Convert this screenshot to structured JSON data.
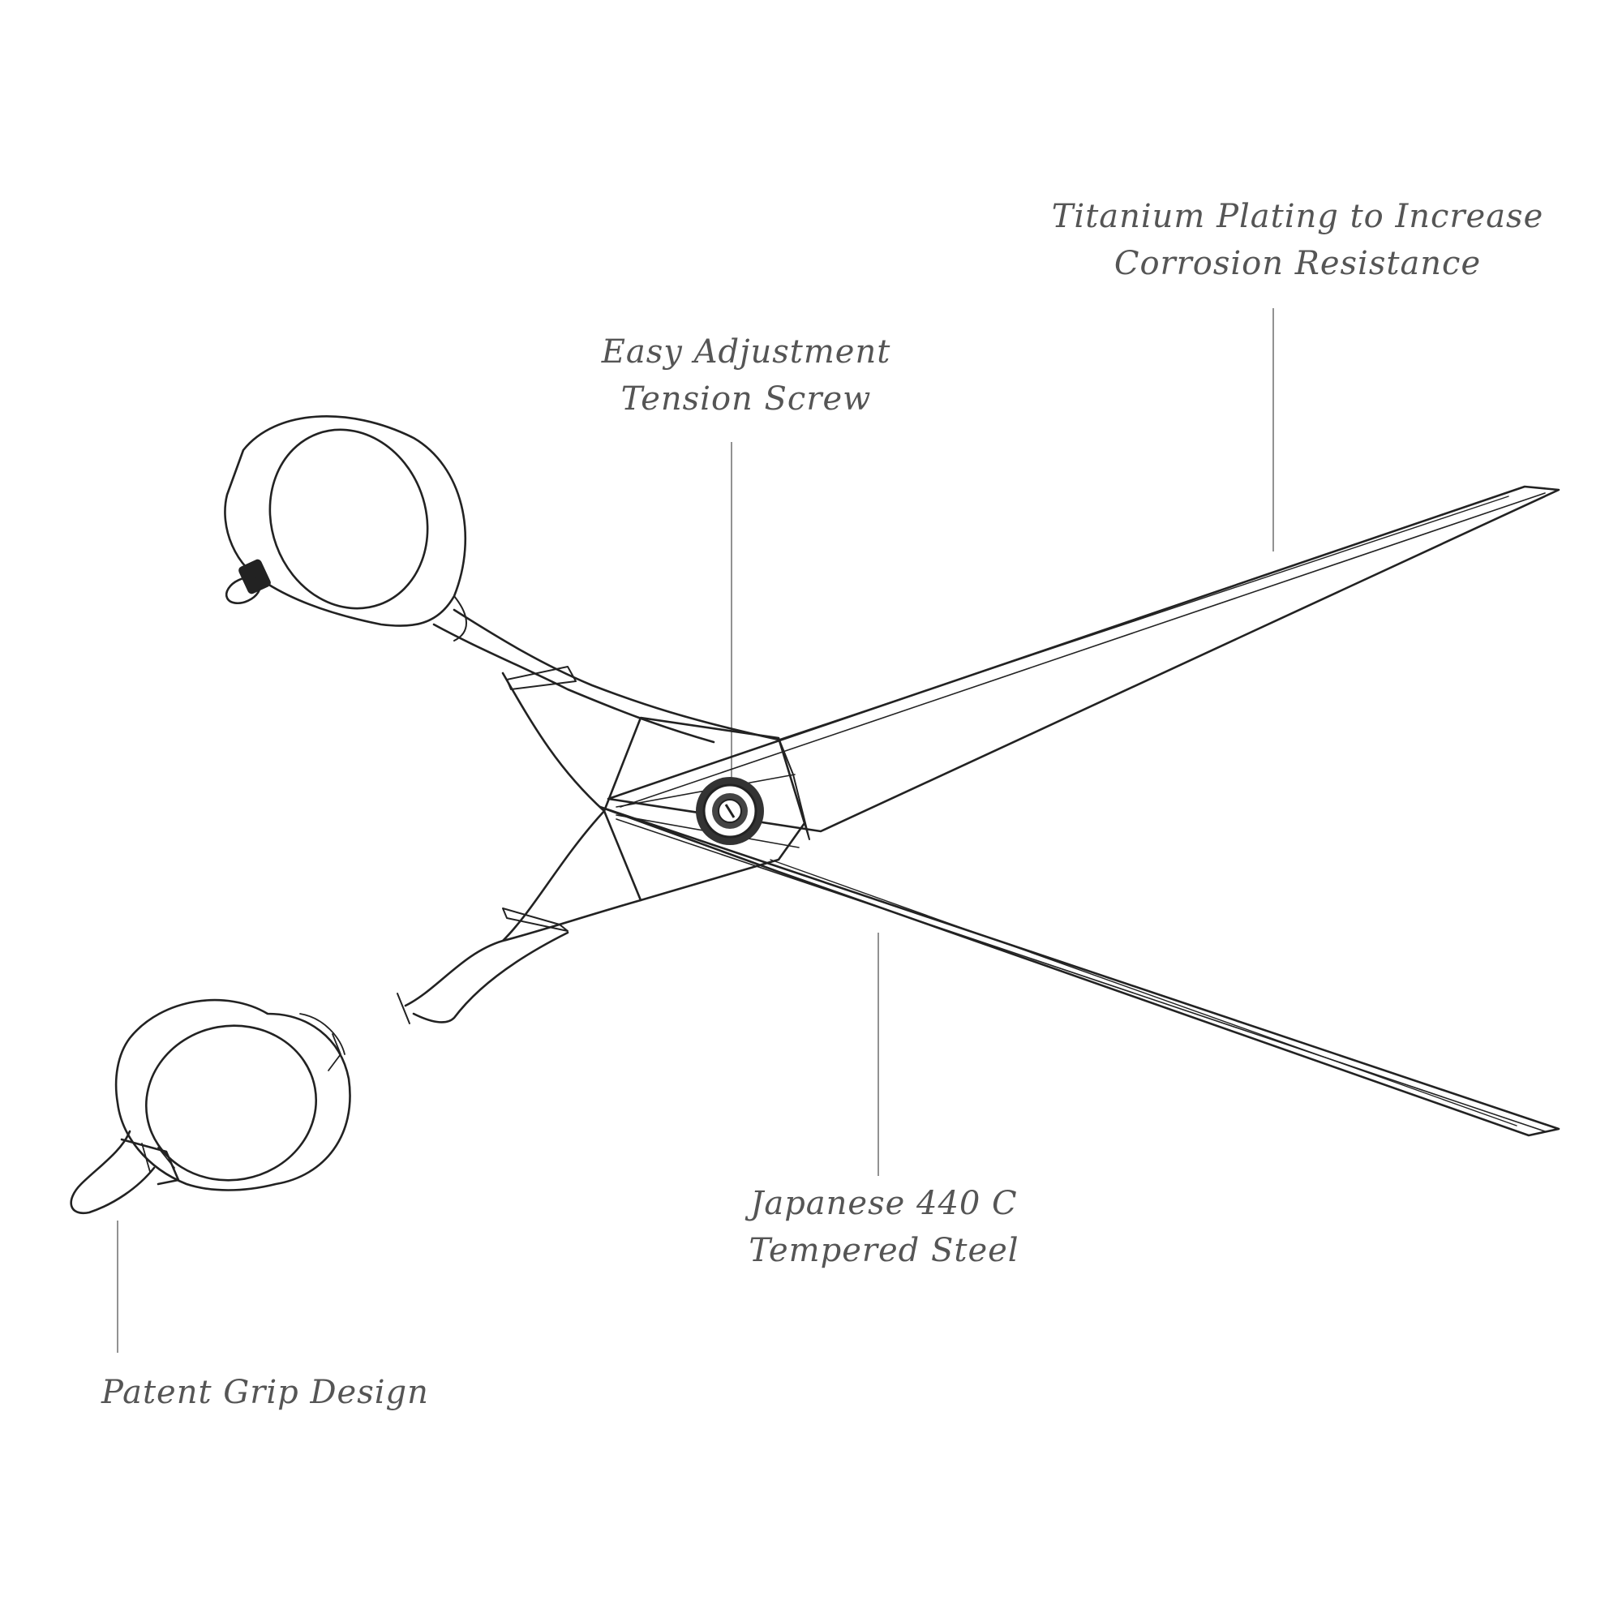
{
  "callouts": {
    "titanium": {
      "line1": "Titanium Plating to Increase",
      "line2": "Corrosion Resistance"
    },
    "tension_screw": {
      "line1": "Easy Adjustment",
      "line2": "Tension Screw"
    },
    "steel": {
      "line1": "Japanese 440 C",
      "line2": "Tempered Steel"
    },
    "grip": {
      "line1": "Patent Grip Design"
    }
  },
  "colors": {
    "background": "#ffffff",
    "line_art": "#222222",
    "leader_lines": "#777777",
    "label_text": "#555555"
  }
}
